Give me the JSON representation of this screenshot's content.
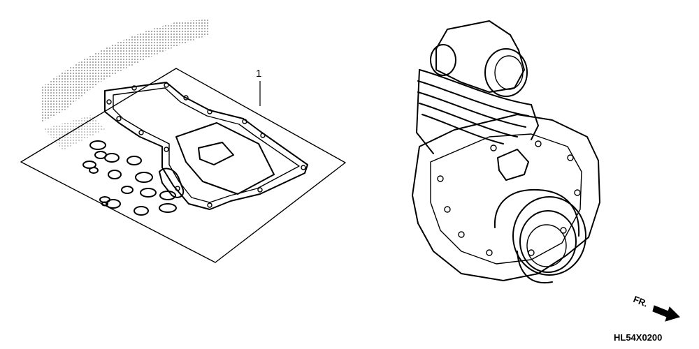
{
  "callouts": [
    {
      "label": "1"
    }
  ],
  "direction_marker": {
    "label": "FR."
  },
  "diagram_code": "HL54X0200"
}
